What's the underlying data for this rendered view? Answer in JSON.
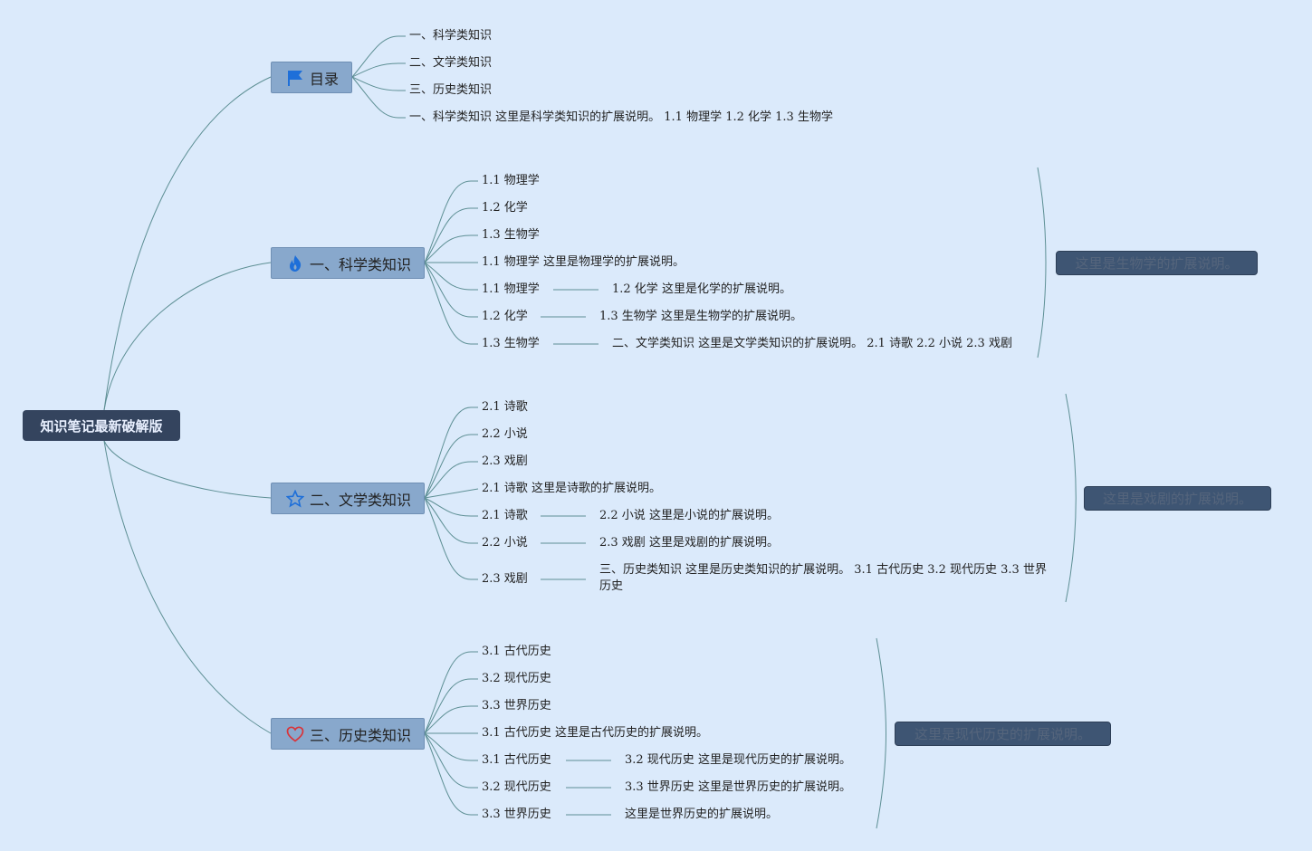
{
  "root": {
    "label": "知识笔记最新破解版"
  },
  "toc": {
    "label": "目录",
    "icon": "flag-icon",
    "items": [
      "一、科学类知识",
      "二、文学类知识",
      "三、历史类知识",
      "一、科学类知识 这里是科学类知识的扩展说明。 1.1 物理学 1.2 化学 1.3 生物学"
    ]
  },
  "science": {
    "label": "一、科学类知识",
    "icon": "flame-icon",
    "items": [
      "1.1 物理学",
      "1.2 化学",
      "1.3 生物学",
      "1.1 物理学 这里是物理学的扩展说明。"
    ],
    "pairs": [
      {
        "left": "1.1 物理学",
        "right": "1.2 化学 这里是化学的扩展说明。"
      },
      {
        "left": "1.2 化学",
        "right": "1.3 生物学 这里是生物学的扩展说明。"
      },
      {
        "left": "1.3 生物学",
        "right": "二、文学类知识 这里是文学类知识的扩展说明。 2.1 诗歌 2.2 小说 2.3 戏剧"
      }
    ],
    "summary": "这里是生物学的扩展说明。"
  },
  "literature": {
    "label": "二、文学类知识",
    "icon": "star-icon",
    "items": [
      "2.1 诗歌",
      "2.2 小说",
      "2.3 戏剧",
      "2.1 诗歌 这里是诗歌的扩展说明。"
    ],
    "pairs": [
      {
        "left": "2.1 诗歌",
        "right": "2.2 小说 这里是小说的扩展说明。"
      },
      {
        "left": "2.2 小说",
        "right": "2.3 戏剧 这里是戏剧的扩展说明。"
      },
      {
        "left": "2.3 戏剧",
        "right": "三、历史类知识 这里是历史类知识的扩展说明。 3.1 古代历史 3.2 现代历史 3.3 世界历史"
      }
    ],
    "summary": "这里是戏剧的扩展说明。"
  },
  "history": {
    "label": "三、历史类知识",
    "icon": "heart-icon",
    "items": [
      "3.1 古代历史",
      "3.2 现代历史",
      "3.3 世界历史",
      "3.1 古代历史 这里是古代历史的扩展说明。"
    ],
    "pairs": [
      {
        "left": "3.1 古代历史",
        "right": "3.2 现代历史 这里是现代历史的扩展说明。"
      },
      {
        "left": "3.2 现代历史",
        "right": "3.3 世界历史 这里是世界历史的扩展说明。"
      },
      {
        "left": "3.3 世界历史",
        "right": "这里是世界历史的扩展说明。"
      }
    ],
    "summary": "这里是现代历史的扩展说明。"
  },
  "colors": {
    "background": "#dbeafb",
    "root": "#34445e",
    "topic": "#88a8cc",
    "line": "#5d8f94",
    "summary": "#3e5573"
  }
}
